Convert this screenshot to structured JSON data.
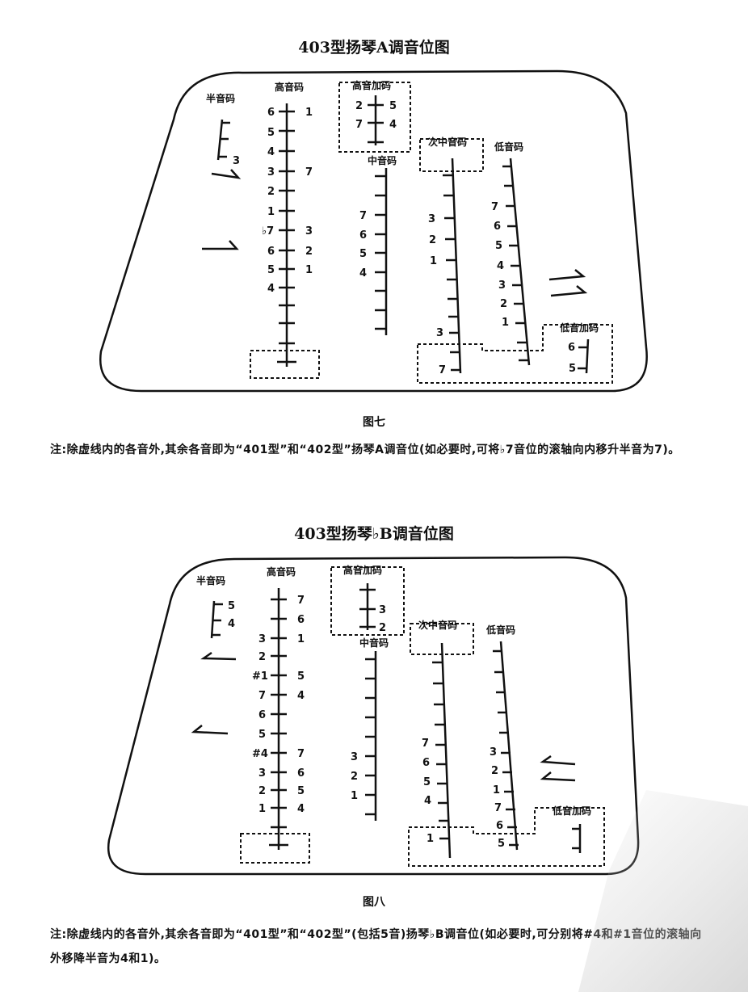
{
  "fig7": {
    "title": "403型扬琴A调音位图",
    "caption": "图七",
    "labels": {
      "semitone": "半音码",
      "high": "高音码",
      "high_add": "高音加码",
      "middle": "中音码",
      "sub_middle": "次中音码",
      "low": "低音码",
      "low_add": "低音加码"
    },
    "semitone_notes": [
      "3"
    ],
    "high_left": [
      "6",
      "5",
      "4",
      "3",
      "2",
      "1",
      "♭7",
      "6",
      "5",
      "4"
    ],
    "high_right": [
      "1",
      "7",
      "3",
      "2",
      "1"
    ],
    "high_add": [
      "2",
      "5",
      "7",
      "4"
    ],
    "middle_notes": [
      "7",
      "6",
      "5",
      "4"
    ],
    "sub_middle_notes": [
      "3",
      "2",
      "1",
      "3",
      "7"
    ],
    "low_notes": [
      "7",
      "6",
      "5",
      "4",
      "3",
      "2",
      "1"
    ],
    "low_add_notes": [
      "6",
      "5"
    ],
    "note_lead": "注:",
    "note_text": "除虚线内的各音外,其余各音即为“401型”和“402型”扬琴A调音位(如必要时,可将♭7音位的滚轴向内移升半音为7)。"
  },
  "fig8": {
    "title": "403型扬琴♭B调音位图",
    "caption": "图八",
    "labels": {
      "semitone": "半音码",
      "high": "高音码",
      "high_add": "高音加码",
      "middle": "中音码",
      "sub_middle": "次中音码",
      "low": "低音码",
      "low_add": "低音加码"
    },
    "semitone_notes": [
      "5",
      "4"
    ],
    "high_left": [
      "3",
      "2",
      "#1",
      "7",
      "6",
      "5",
      "#4",
      "3",
      "2",
      "1"
    ],
    "high_right": [
      "7",
      "6",
      "1",
      "5",
      "4",
      "7",
      "6",
      "5",
      "4"
    ],
    "high_add": [
      "3",
      "2"
    ],
    "middle_notes": [
      "3",
      "2",
      "1"
    ],
    "sub_middle_notes": [
      "7",
      "6",
      "5",
      "4",
      "1"
    ],
    "low_notes": [
      "3",
      "2",
      "1",
      "7",
      "6",
      "5"
    ],
    "note_lead": "注:",
    "note_text": "除虚线内的各音外,其余各音即为“401型”和“402型”(包括5音)扬琴♭B调音位(如必要时,可分别将#4和#1音位的滚轴向外移降半音为4和1)。"
  }
}
